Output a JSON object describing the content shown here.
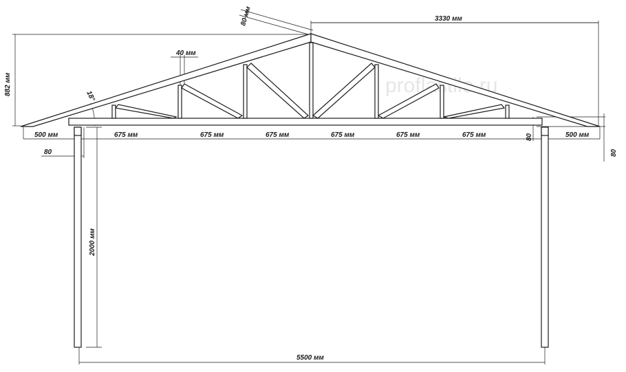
{
  "dimensions": {
    "span": "5500 мм",
    "half_top": "3330 мм",
    "height": "882 мм",
    "post_height": "2000 мм",
    "overhang_left": "500 мм",
    "overhang_right": "500 мм",
    "panel": "675 мм",
    "post_width": "80",
    "chord_depth": "80 мм",
    "web_width": "40 мм",
    "right_small": "80",
    "right_edge": "80",
    "angle": "18°"
  },
  "watermark": "proflastile.ru",
  "colors": {
    "line": "#1a1a1a",
    "watermark": "#e6e6e6"
  }
}
